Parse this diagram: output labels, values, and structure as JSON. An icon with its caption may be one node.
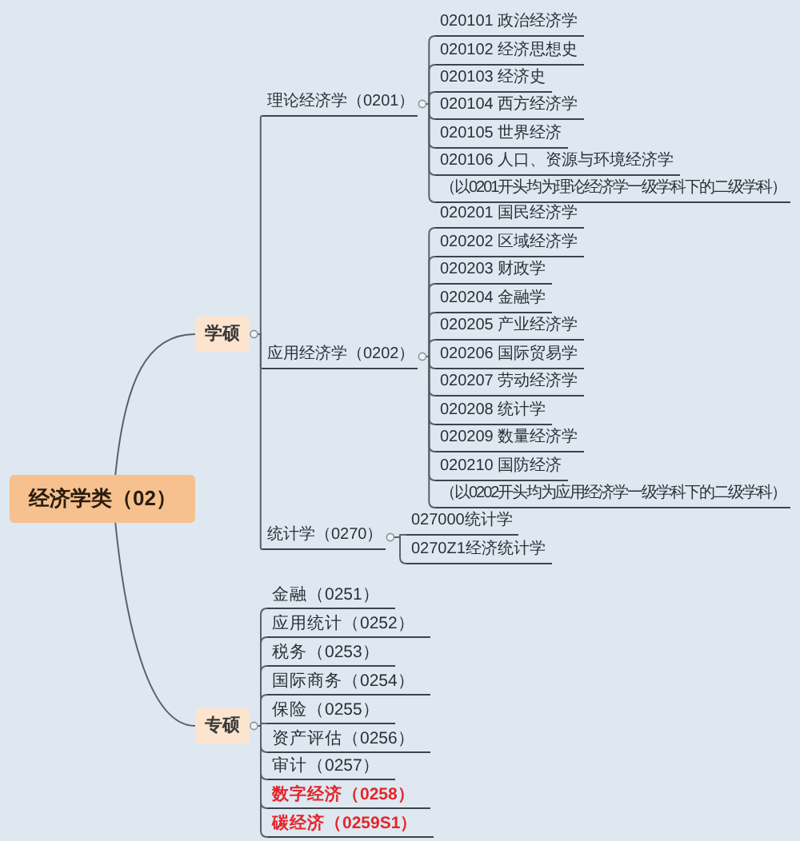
{
  "diagram": {
    "nodes": [
      {
        "text": [
          "经济学类（02）"
        ]
      },
      {
        "text": [
          "学硕"
        ]
      },
      {
        "text": [
          "理论经济学（0201）"
        ]
      },
      {
        "text": [
          "020101 政治经济学"
        ]
      },
      {
        "text": [
          "020102 经济思想史"
        ]
      },
      {
        "text": [
          "020103 经济史"
        ]
      },
      {
        "text": [
          "020104 西方经济学"
        ]
      },
      {
        "text": [
          "020105 世界经济"
        ]
      },
      {
        "text": [
          "020106 人口、资源与环境经济学"
        ]
      },
      {
        "text": [
          "（以0201开头均为理论经济学一级学科下的二级学科）"
        ]
      },
      {
        "text": [
          "应用经济学（0202）"
        ]
      },
      {
        "text": [
          "020201 国民经济学"
        ]
      },
      {
        "text": [
          "020202 区域经济学"
        ]
      },
      {
        "text": [
          "020203 财政学"
        ]
      },
      {
        "text": [
          "020204 金融学"
        ]
      },
      {
        "text": [
          "020205 产业经济学"
        ]
      },
      {
        "text": [
          "020206 国际贸易学"
        ]
      },
      {
        "text": [
          "020207 劳动经济学"
        ]
      },
      {
        "text": [
          "020208 统计学"
        ]
      },
      {
        "text": [
          "020209 数量经济学"
        ]
      },
      {
        "text": [
          "020210 国防经济"
        ]
      },
      {
        "text": [
          "（以0202开头均为应用经济学一级学科下的二级学科）"
        ]
      },
      {
        "text": [
          "统计学（0270）"
        ]
      },
      {
        "text": [
          "027000统计学"
        ]
      },
      {
        "text": [
          "0270Z1经济统计学"
        ]
      },
      {
        "text": [
          "专硕"
        ]
      },
      {
        "text": [
          "金融（0251）"
        ]
      },
      {
        "text": [
          "应用统计（0252）"
        ]
      },
      {
        "text": [
          "税务（0253）"
        ]
      },
      {
        "text": [
          "国际商务（0254）"
        ]
      },
      {
        "text": [
          "保险（0255）"
        ]
      },
      {
        "text": [
          "资产评估（0256）"
        ]
      },
      {
        "text": [
          "审计（0257）"
        ]
      },
      {
        "text": [
          "数字经济（0258）"
        ]
      },
      {
        "text": [
          "碳经济（0259S1）"
        ]
      }
    ],
    "edges": [
      {
        "from": 0,
        "to": 1,
        "arrow": "none"
      },
      {
        "from": 1,
        "to": 2,
        "arrow": "none"
      },
      {
        "from": 2,
        "to": 3,
        "arrow": "none"
      },
      {
        "from": 2,
        "to": 4,
        "arrow": "none"
      },
      {
        "from": 2,
        "to": 5,
        "arrow": "none"
      },
      {
        "from": 2,
        "to": 6,
        "arrow": "none"
      },
      {
        "from": 2,
        "to": 7,
        "arrow": "none"
      },
      {
        "from": 2,
        "to": 8,
        "arrow": "none"
      },
      {
        "from": 2,
        "to": 9,
        "arrow": "none"
      },
      {
        "from": 1,
        "to": 10,
        "arrow": "none"
      },
      {
        "from": 10,
        "to": 11,
        "arrow": "none"
      },
      {
        "from": 10,
        "to": 12,
        "arrow": "none"
      },
      {
        "from": 10,
        "to": 13,
        "arrow": "none"
      },
      {
        "from": 10,
        "to": 14,
        "arrow": "none"
      },
      {
        "from": 10,
        "to": 15,
        "arrow": "none"
      },
      {
        "from": 10,
        "to": 16,
        "arrow": "none"
      },
      {
        "from": 10,
        "to": 17,
        "arrow": "none"
      },
      {
        "from": 10,
        "to": 18,
        "arrow": "none"
      },
      {
        "from": 10,
        "to": 19,
        "arrow": "none"
      },
      {
        "from": 10,
        "to": 20,
        "arrow": "none"
      },
      {
        "from": 10,
        "to": 21,
        "arrow": "none"
      },
      {
        "from": 1,
        "to": 22,
        "arrow": "none"
      },
      {
        "from": 22,
        "to": 23,
        "arrow": "none"
      },
      {
        "from": 22,
        "to": 24,
        "arrow": "none"
      },
      {
        "from": 0,
        "to": 25,
        "arrow": "none"
      },
      {
        "from": 25,
        "to": 26,
        "arrow": "none"
      },
      {
        "from": 25,
        "to": 27,
        "arrow": "none"
      },
      {
        "from": 25,
        "to": 28,
        "arrow": "none"
      },
      {
        "from": 25,
        "to": 29,
        "arrow": "none"
      },
      {
        "from": 25,
        "to": 30,
        "arrow": "none"
      },
      {
        "from": 25,
        "to": 31,
        "arrow": "none"
      },
      {
        "from": 25,
        "to": 32,
        "arrow": "none"
      },
      {
        "from": 25,
        "to": 33,
        "arrow": "none"
      },
      {
        "from": 25,
        "to": 34,
        "arrow": "none"
      }
    ]
  }
}
